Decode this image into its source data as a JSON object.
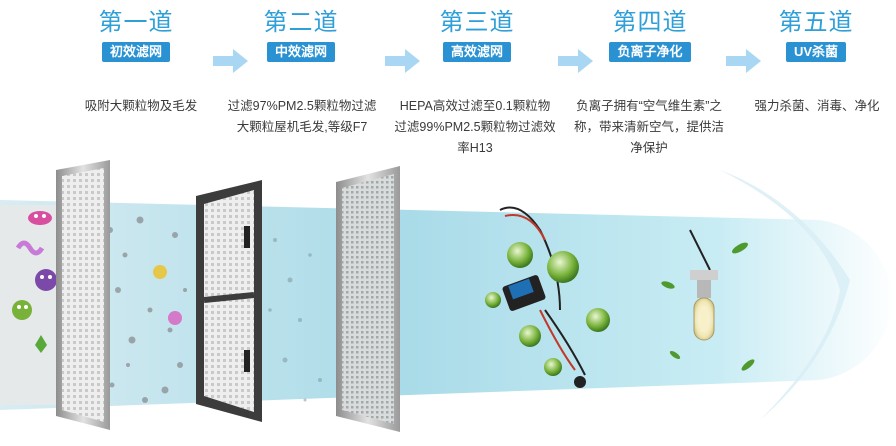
{
  "steps": [
    {
      "title": "第一道",
      "badge": "初效滤网",
      "desc": "吸附大颗粒物及毛发"
    },
    {
      "title": "第二道",
      "badge": "中效滤网",
      "desc": "过滤97%PM2.5颗粒物过滤大颗粒屋机毛发,等级F7"
    },
    {
      "title": "第三道",
      "badge": "高效滤网",
      "desc": "HEPA高效过滤至0.1颗粒物过滤99%PM2.5颗粒物过滤效率H13"
    },
    {
      "title": "第四道",
      "badge": "负离子净化",
      "desc": "负离子拥有“空气维生素”之称，带来清新空气，提供洁净保护"
    },
    {
      "title": "第五道",
      "badge": "UV杀菌",
      "desc": "强力杀菌、消毒、净化"
    }
  ],
  "colors": {
    "accent": "#2f9fd8",
    "badge_bg": "#2a92d3",
    "arrow": "#a9d6f2",
    "airflow": "#bfe6f0"
  },
  "icons": [
    "right-arrow-icon",
    "bacteria-icon",
    "ion-generator-icon",
    "uv-lamp-icon",
    "leaf-icon"
  ]
}
